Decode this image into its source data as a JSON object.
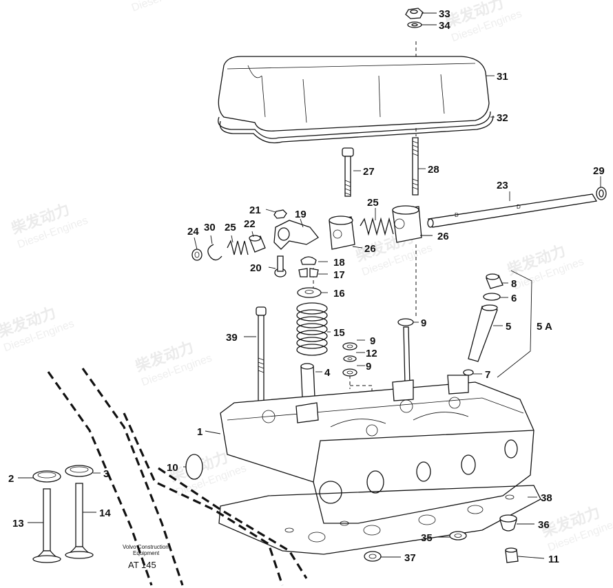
{
  "diagram": {
    "caption_line1": "Volvo Construction",
    "caption_line2": "Equipment",
    "drawing_code": "AT 145",
    "watermark_cn": "柴发动力",
    "watermark_en": "Diesel-Engines",
    "part_labels": {
      "p1": "1",
      "p2": "2",
      "p3": "3",
      "p4": "4",
      "p5": "5",
      "p5a": "5 A",
      "p6": "6",
      "p7": "7",
      "p8": "8",
      "p9a": "9",
      "p9b": "9",
      "p9c": "9",
      "p10": "10",
      "p11": "11",
      "p12": "12",
      "p13": "13",
      "p14": "14",
      "p15": "15",
      "p16": "16",
      "p17": "17",
      "p18": "18",
      "p19": "19",
      "p20": "20",
      "p21": "21",
      "p22": "22",
      "p23": "23",
      "p24": "24",
      "p25a": "25",
      "p25b": "25",
      "p26a": "26",
      "p26b": "26",
      "p27": "27",
      "p28": "28",
      "p29": "29",
      "p30": "30",
      "p31": "31",
      "p32": "32",
      "p33": "33",
      "p34": "34",
      "p35": "35",
      "p36": "36",
      "p37": "37",
      "p38": "38",
      "p39": "39"
    }
  }
}
